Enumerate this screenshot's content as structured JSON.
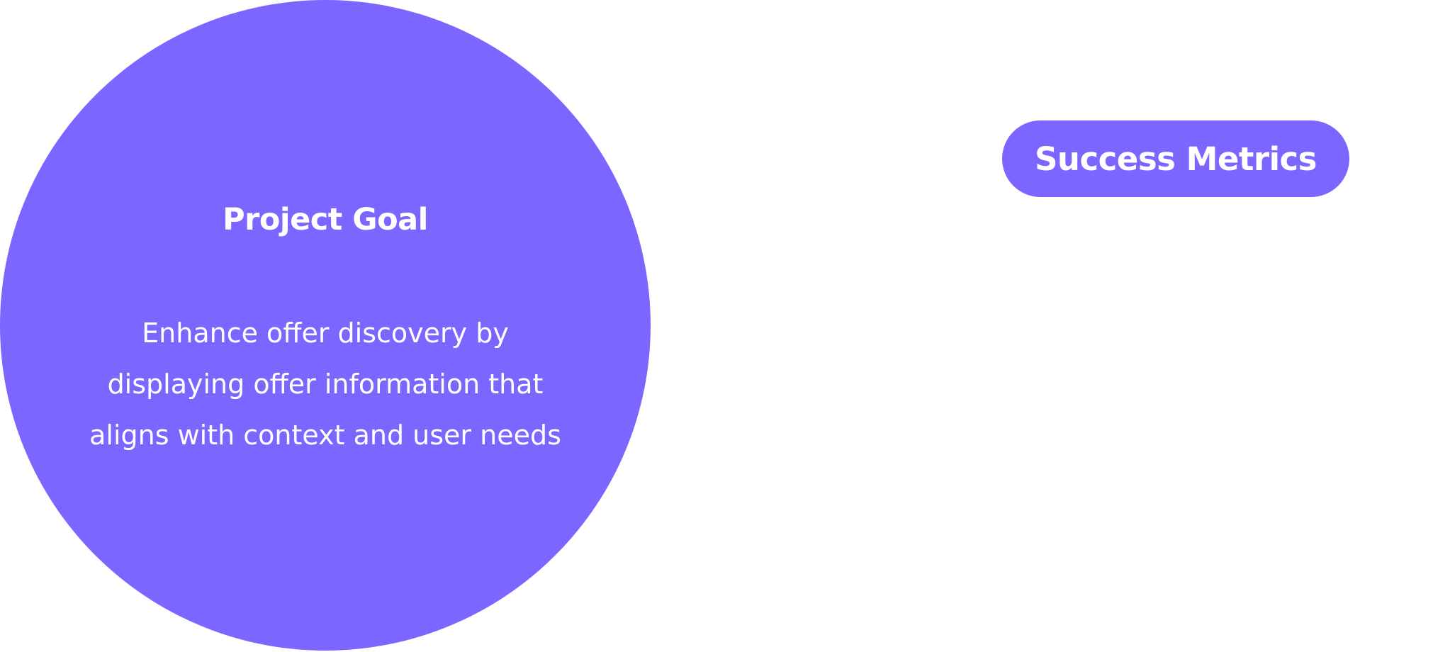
{
  "colors": {
    "accent": "#7b66ff",
    "text_on_accent": "#ffffff",
    "background": "#ffffff"
  },
  "project_goal": {
    "title": "Project Goal",
    "description_lines": [
      "Enhance offer discovery by",
      "displaying offer information that",
      "aligns with context and user needs"
    ]
  },
  "success_metrics": {
    "label": "Success Metrics"
  }
}
